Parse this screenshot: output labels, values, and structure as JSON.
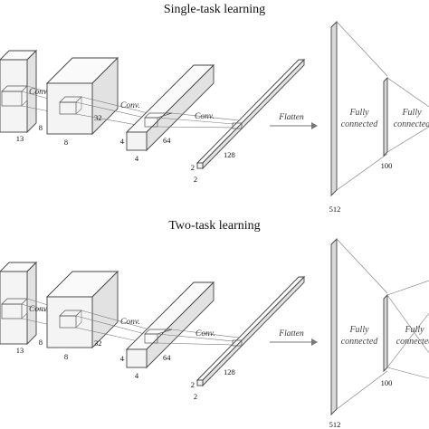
{
  "panels": [
    {
      "title": "Single-task learning",
      "conv_labels": [
        "Conv.",
        "Conv.",
        "Conv."
      ],
      "dims": {
        "layer1": "13",
        "layer2_depth": "8",
        "layer2_width": "8",
        "layer2_channels": "32",
        "layer3_depth": "4",
        "layer3_width": "4",
        "layer3_channels": "64",
        "layer4_depth": "2",
        "layer4_width": "2",
        "layer4_channels": "128"
      },
      "flatten_label": "Flatten",
      "fc1_label": [
        "Fully",
        "connected"
      ],
      "fc1_size": "512",
      "fc2_label": [
        "Fully",
        "connected"
      ],
      "fc2_size": "100"
    },
    {
      "title": "Two-task learning",
      "conv_labels": [
        "Conv.",
        "Conv.",
        "Conv."
      ],
      "dims": {
        "layer1": "13",
        "layer2_depth": "8",
        "layer2_width": "8",
        "layer2_channels": "32",
        "layer3_depth": "4",
        "layer3_width": "4",
        "layer3_channels": "64",
        "layer4_depth": "2",
        "layer4_width": "2",
        "layer4_channels": "128"
      },
      "flatten_label": "Flatten",
      "fc1_label": [
        "Fully",
        "connected"
      ],
      "fc1_size": "512",
      "fc2_label": [
        "Fully",
        "connected"
      ],
      "fc2_size": "100"
    }
  ]
}
